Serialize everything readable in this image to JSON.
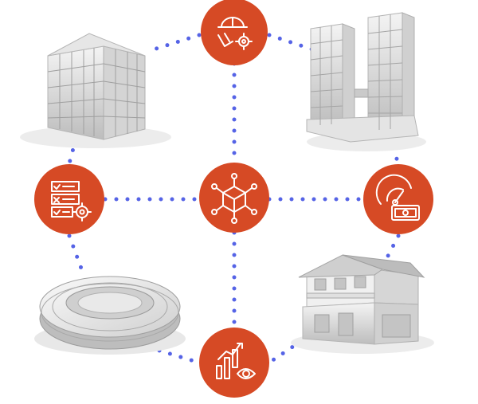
{
  "colors": {
    "accent": "#d64a25",
    "connector": "#5563e6",
    "building_light": "#f1f1f1",
    "building_mid": "#d9d9d9",
    "building_dark": "#a8a8a8",
    "icon_stroke": "#ffffff"
  },
  "nodes": {
    "top": {
      "icon": "hard-hat-gear-icon"
    },
    "center": {
      "icon": "3d-cube-network-icon"
    },
    "left": {
      "icon": "checklist-gear-icon"
    },
    "right": {
      "icon": "gauge-money-icon"
    },
    "bottom": {
      "icon": "bar-chart-eye-icon"
    }
  },
  "buildings": {
    "top_left": "office-building-image",
    "top_right": "twin-towers-image",
    "bottom_left": "stadium-image",
    "bottom_right": "house-image"
  }
}
